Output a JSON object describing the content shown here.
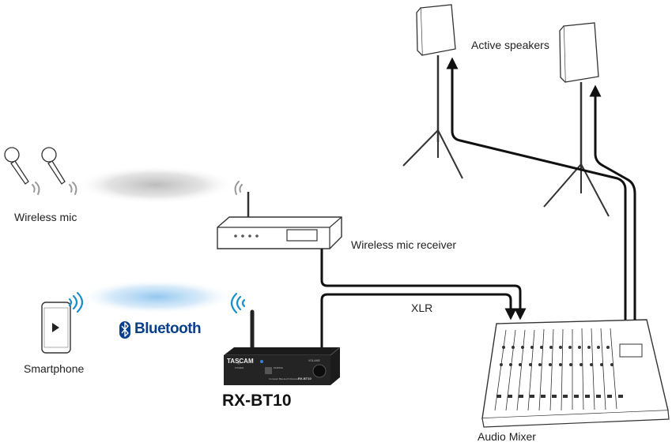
{
  "labels": {
    "wireless_mic": "Wireless mic",
    "smartphone": "Smartphone",
    "receiver": "Wireless mic receiver",
    "xlr": "XLR",
    "speakers": "Active speakers",
    "mixer": "Audio Mixer",
    "bluetooth": "Bluetooth",
    "model": "RX-BT10"
  },
  "device_text": {
    "brand": "TASCAM",
    "power": "POWER",
    "pairing": "PAIRING",
    "volume": "VOLUME",
    "subtitle": "Compact Bluetooth Receiver",
    "model_small": "RX-BT10"
  },
  "colors": {
    "mic_signal": "#b8b8b8",
    "bluetooth_signal": "#8cc4ee",
    "bluetooth_brand": "#0a3f8c",
    "wifi_arc": "#1a8fc8",
    "cable": "#111111"
  }
}
